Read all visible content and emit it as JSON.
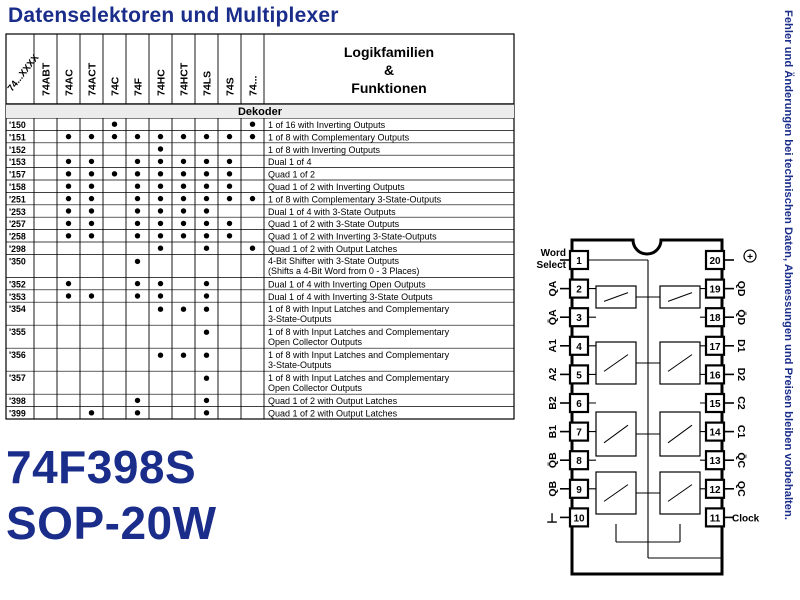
{
  "title": "Datenselektoren und Multiplexer",
  "side_note": "Fehler und Änderungen bei technischen Daten, Abmessungen und Preisen bleiben vorbehalten.",
  "table": {
    "corner_label": "74...XXXX",
    "columns": [
      "74ABT",
      "74AC",
      "74ACT",
      "74C",
      "74F",
      "74HC",
      "74HCT",
      "74LS",
      "74S",
      "74..."
    ],
    "function_header": [
      "Logikfamilien",
      "&",
      "Funktionen"
    ],
    "section": "Dekoder",
    "rows": [
      {
        "part": "'150",
        "dots": [
          0,
          0,
          0,
          1,
          0,
          0,
          0,
          0,
          0,
          1
        ],
        "desc": [
          "1 of 16 with Inverting Outputs"
        ]
      },
      {
        "part": "'151",
        "dots": [
          0,
          1,
          1,
          1,
          1,
          1,
          1,
          1,
          1,
          1
        ],
        "desc": [
          "1 of 8 with Complementary Outputs"
        ]
      },
      {
        "part": "'152",
        "dots": [
          0,
          0,
          0,
          0,
          0,
          1,
          0,
          0,
          0,
          0
        ],
        "desc": [
          "1 of 8 with Inverting Outputs"
        ]
      },
      {
        "part": "'153",
        "dots": [
          0,
          1,
          1,
          0,
          1,
          1,
          1,
          1,
          1,
          0
        ],
        "desc": [
          "Dual 1 of 4"
        ]
      },
      {
        "part": "'157",
        "dots": [
          0,
          1,
          1,
          1,
          1,
          1,
          1,
          1,
          1,
          0
        ],
        "desc": [
          "Quad 1 of 2"
        ]
      },
      {
        "part": "'158",
        "dots": [
          0,
          1,
          1,
          0,
          1,
          1,
          1,
          1,
          1,
          0
        ],
        "desc": [
          "Quad 1 of 2 with Inverting Outputs"
        ]
      },
      {
        "part": "'251",
        "dots": [
          0,
          1,
          1,
          0,
          1,
          1,
          1,
          1,
          1,
          1
        ],
        "desc": [
          "1 of 8 with Complementary 3-State-Outputs"
        ]
      },
      {
        "part": "'253",
        "dots": [
          0,
          1,
          1,
          0,
          1,
          1,
          1,
          1,
          0,
          0
        ],
        "desc": [
          "Dual 1 of 4 with 3-State Outputs"
        ]
      },
      {
        "part": "'257",
        "dots": [
          0,
          1,
          1,
          0,
          1,
          1,
          1,
          1,
          1,
          0
        ],
        "desc": [
          "Quad 1 of 2 with 3-State Outputs"
        ]
      },
      {
        "part": "'258",
        "dots": [
          0,
          1,
          1,
          0,
          1,
          1,
          1,
          1,
          1,
          0
        ],
        "desc": [
          "Quad 1 of 2 with Inverting 3-State-Outputs"
        ]
      },
      {
        "part": "'298",
        "dots": [
          0,
          0,
          0,
          0,
          0,
          1,
          0,
          1,
          0,
          1
        ],
        "desc": [
          "Quad 1 of 2 with Output Latches"
        ]
      },
      {
        "part": "'350",
        "dots": [
          0,
          0,
          0,
          0,
          1,
          0,
          0,
          0,
          0,
          0
        ],
        "desc": [
          "4-Bit Shifter with 3-State Outputs",
          "(Shifts a 4-Bit Word from 0 - 3 Places)"
        ]
      },
      {
        "part": "'352",
        "dots": [
          0,
          1,
          0,
          0,
          1,
          1,
          0,
          1,
          0,
          0
        ],
        "desc": [
          "Dual 1 of 4 with Inverting Open Outputs"
        ]
      },
      {
        "part": "'353",
        "dots": [
          0,
          1,
          1,
          0,
          1,
          1,
          0,
          1,
          0,
          0
        ],
        "desc": [
          "Dual 1 of 4 with Inverting 3-State Outputs"
        ]
      },
      {
        "part": "'354",
        "dots": [
          0,
          0,
          0,
          0,
          0,
          1,
          1,
          1,
          0,
          0
        ],
        "desc": [
          "1 of 8 with Input Latches and Complementary",
          "3-State-Outputs"
        ]
      },
      {
        "part": "'355",
        "dots": [
          0,
          0,
          0,
          0,
          0,
          0,
          0,
          1,
          0,
          0
        ],
        "desc": [
          "1 of 8 with Input Latches and Complementary",
          "Open Collector Outputs"
        ]
      },
      {
        "part": "'356",
        "dots": [
          0,
          0,
          0,
          0,
          0,
          1,
          1,
          1,
          0,
          0
        ],
        "desc": [
          "1 of 8 with Input Latches and Complementary",
          "3-State-Outputs"
        ]
      },
      {
        "part": "'357",
        "dots": [
          0,
          0,
          0,
          0,
          0,
          0,
          0,
          1,
          0,
          0
        ],
        "desc": [
          "1 of 8 with Input Latches and Complementary",
          "Open Collector Outputs"
        ]
      },
      {
        "part": "'398",
        "dots": [
          0,
          0,
          0,
          0,
          1,
          0,
          0,
          1,
          0,
          0
        ],
        "desc": [
          "Quad 1 of 2 with Output Latches"
        ]
      },
      {
        "part": "'399",
        "dots": [
          0,
          0,
          1,
          0,
          1,
          0,
          0,
          1,
          0,
          0
        ],
        "desc": [
          "Quad 1 of 2 with Output Latches"
        ]
      }
    ]
  },
  "part_number": "74F398S",
  "package": "SOP-20W",
  "pinout": {
    "left_pins": [
      {
        "num": "1",
        "label": "Word Select"
      },
      {
        "num": "2",
        "label": "QA"
      },
      {
        "num": "3",
        "label": "Q̄A"
      },
      {
        "num": "4",
        "label": "A1"
      },
      {
        "num": "5",
        "label": "A2"
      },
      {
        "num": "6",
        "label": "B2"
      },
      {
        "num": "7",
        "label": "B1"
      },
      {
        "num": "8",
        "label": "Q̄B"
      },
      {
        "num": "9",
        "label": "QB"
      },
      {
        "num": "10",
        "label": "⊥"
      }
    ],
    "right_pins": [
      {
        "num": "20",
        "label": "+"
      },
      {
        "num": "19",
        "label": "QD"
      },
      {
        "num": "18",
        "label": "Q̄D"
      },
      {
        "num": "17",
        "label": "D1"
      },
      {
        "num": "16",
        "label": "D2"
      },
      {
        "num": "15",
        "label": "C2"
      },
      {
        "num": "14",
        "label": "C1"
      },
      {
        "num": "13",
        "label": "Q̄C"
      },
      {
        "num": "12",
        "label": "QC"
      },
      {
        "num": "11",
        "label": "Clock"
      }
    ]
  }
}
